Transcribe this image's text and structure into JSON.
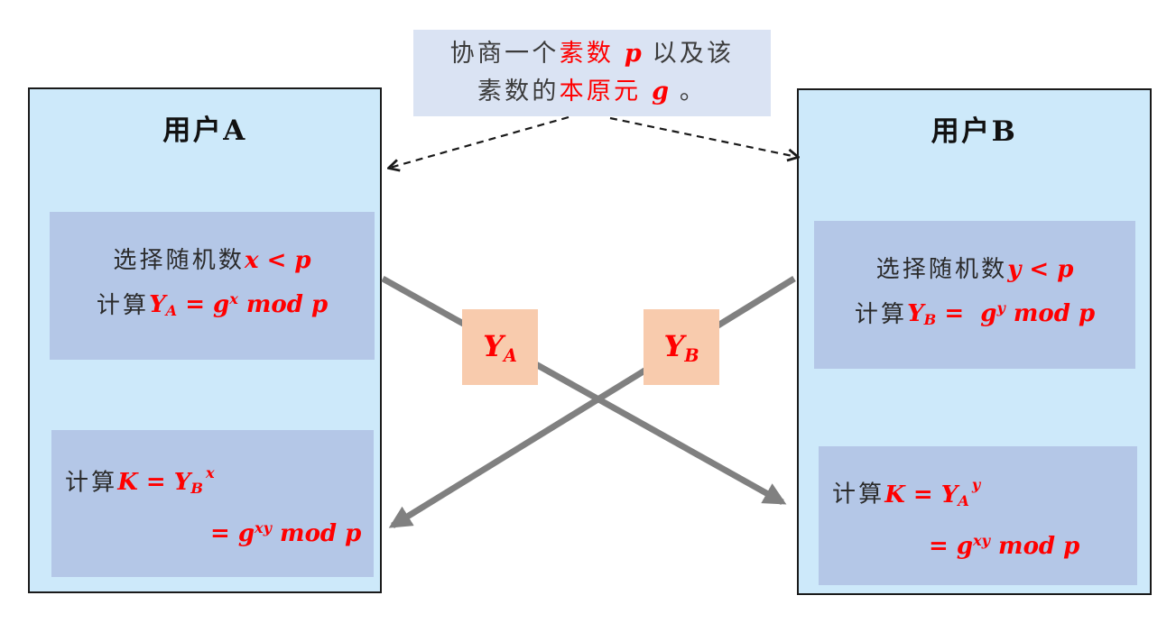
{
  "annotation": {
    "line1": {
      "pre": "协商一个",
      "red": "素数 ",
      "var": "p",
      "post": " 以及该"
    },
    "line2": {
      "pre": "素数的",
      "red": "本原元 ",
      "var": "g",
      "post": " 。"
    }
  },
  "user_a": {
    "title": "用户A",
    "step1": {
      "label1": "选择随机数",
      "math1": "x < p",
      "label2": "计算",
      "y_base": "Y",
      "y_sub": "A",
      "eq": " = ",
      "g_base": "g",
      "g_sup": "x",
      "tail": " mod p"
    },
    "step2": {
      "label": "计算",
      "k": "K = ",
      "y_base": "Y",
      "y_sub": "B",
      "y_sup": "x",
      "eq2": "= ",
      "g_base": "g",
      "g_sup": "xy",
      "tail": " mod p"
    }
  },
  "user_b": {
    "title": "用户B",
    "step1": {
      "label1": "选择随机数",
      "math1": "y < p",
      "label2": "计算",
      "y_base": "Y",
      "y_sub": "B",
      "eq": " =  ",
      "g_base": "g",
      "g_sup": "y",
      "tail": " mod p"
    },
    "step2": {
      "label": "计算",
      "k": "K = ",
      "y_base": "Y",
      "y_sub": "A",
      "y_sup": "y",
      "eq2": "= ",
      "g_base": "g",
      "g_sup": "xy",
      "tail": " mod p"
    }
  },
  "messages": {
    "ya": {
      "base": "Y",
      "sub": "A"
    },
    "yb": {
      "base": "Y",
      "sub": "B"
    }
  },
  "colors": {
    "panel_bg": "#cde9fa",
    "inner_bg": "#b4c7e7",
    "annotation_bg": "#dae3f3",
    "message_bg": "#f8cbad",
    "math_red": "#ff0000",
    "arrow_gray": "#808080",
    "border_dark": "#1a1a1a"
  }
}
